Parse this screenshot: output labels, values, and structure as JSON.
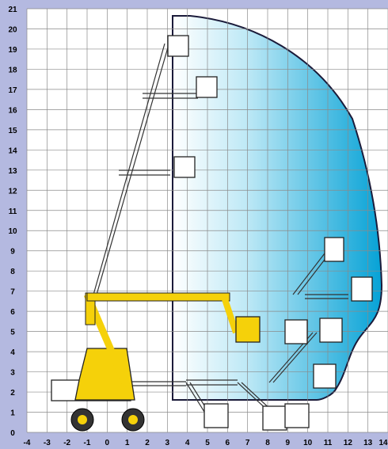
{
  "chart_data": {
    "type": "diagram",
    "x_ticks": [
      "-4",
      "-3",
      "-2",
      "-1",
      "0",
      "1",
      "2",
      "3",
      "4",
      "5",
      "6",
      "7",
      "8",
      "9",
      "10",
      "11",
      "12",
      "13",
      "14"
    ],
    "y_ticks": [
      "0",
      "1",
      "2",
      "3",
      "4",
      "5",
      "6",
      "7",
      "8",
      "9",
      "10",
      "11",
      "12",
      "13",
      "14",
      "15",
      "16",
      "17",
      "18",
      "19",
      "20",
      "21"
    ],
    "xlim": [
      -4,
      14
    ],
    "ylim": [
      0,
      21
    ],
    "grid": true,
    "envelope_color": "#0aa6d6",
    "machine_color": "#f5d10a",
    "background_color": "#b4b9e0"
  }
}
